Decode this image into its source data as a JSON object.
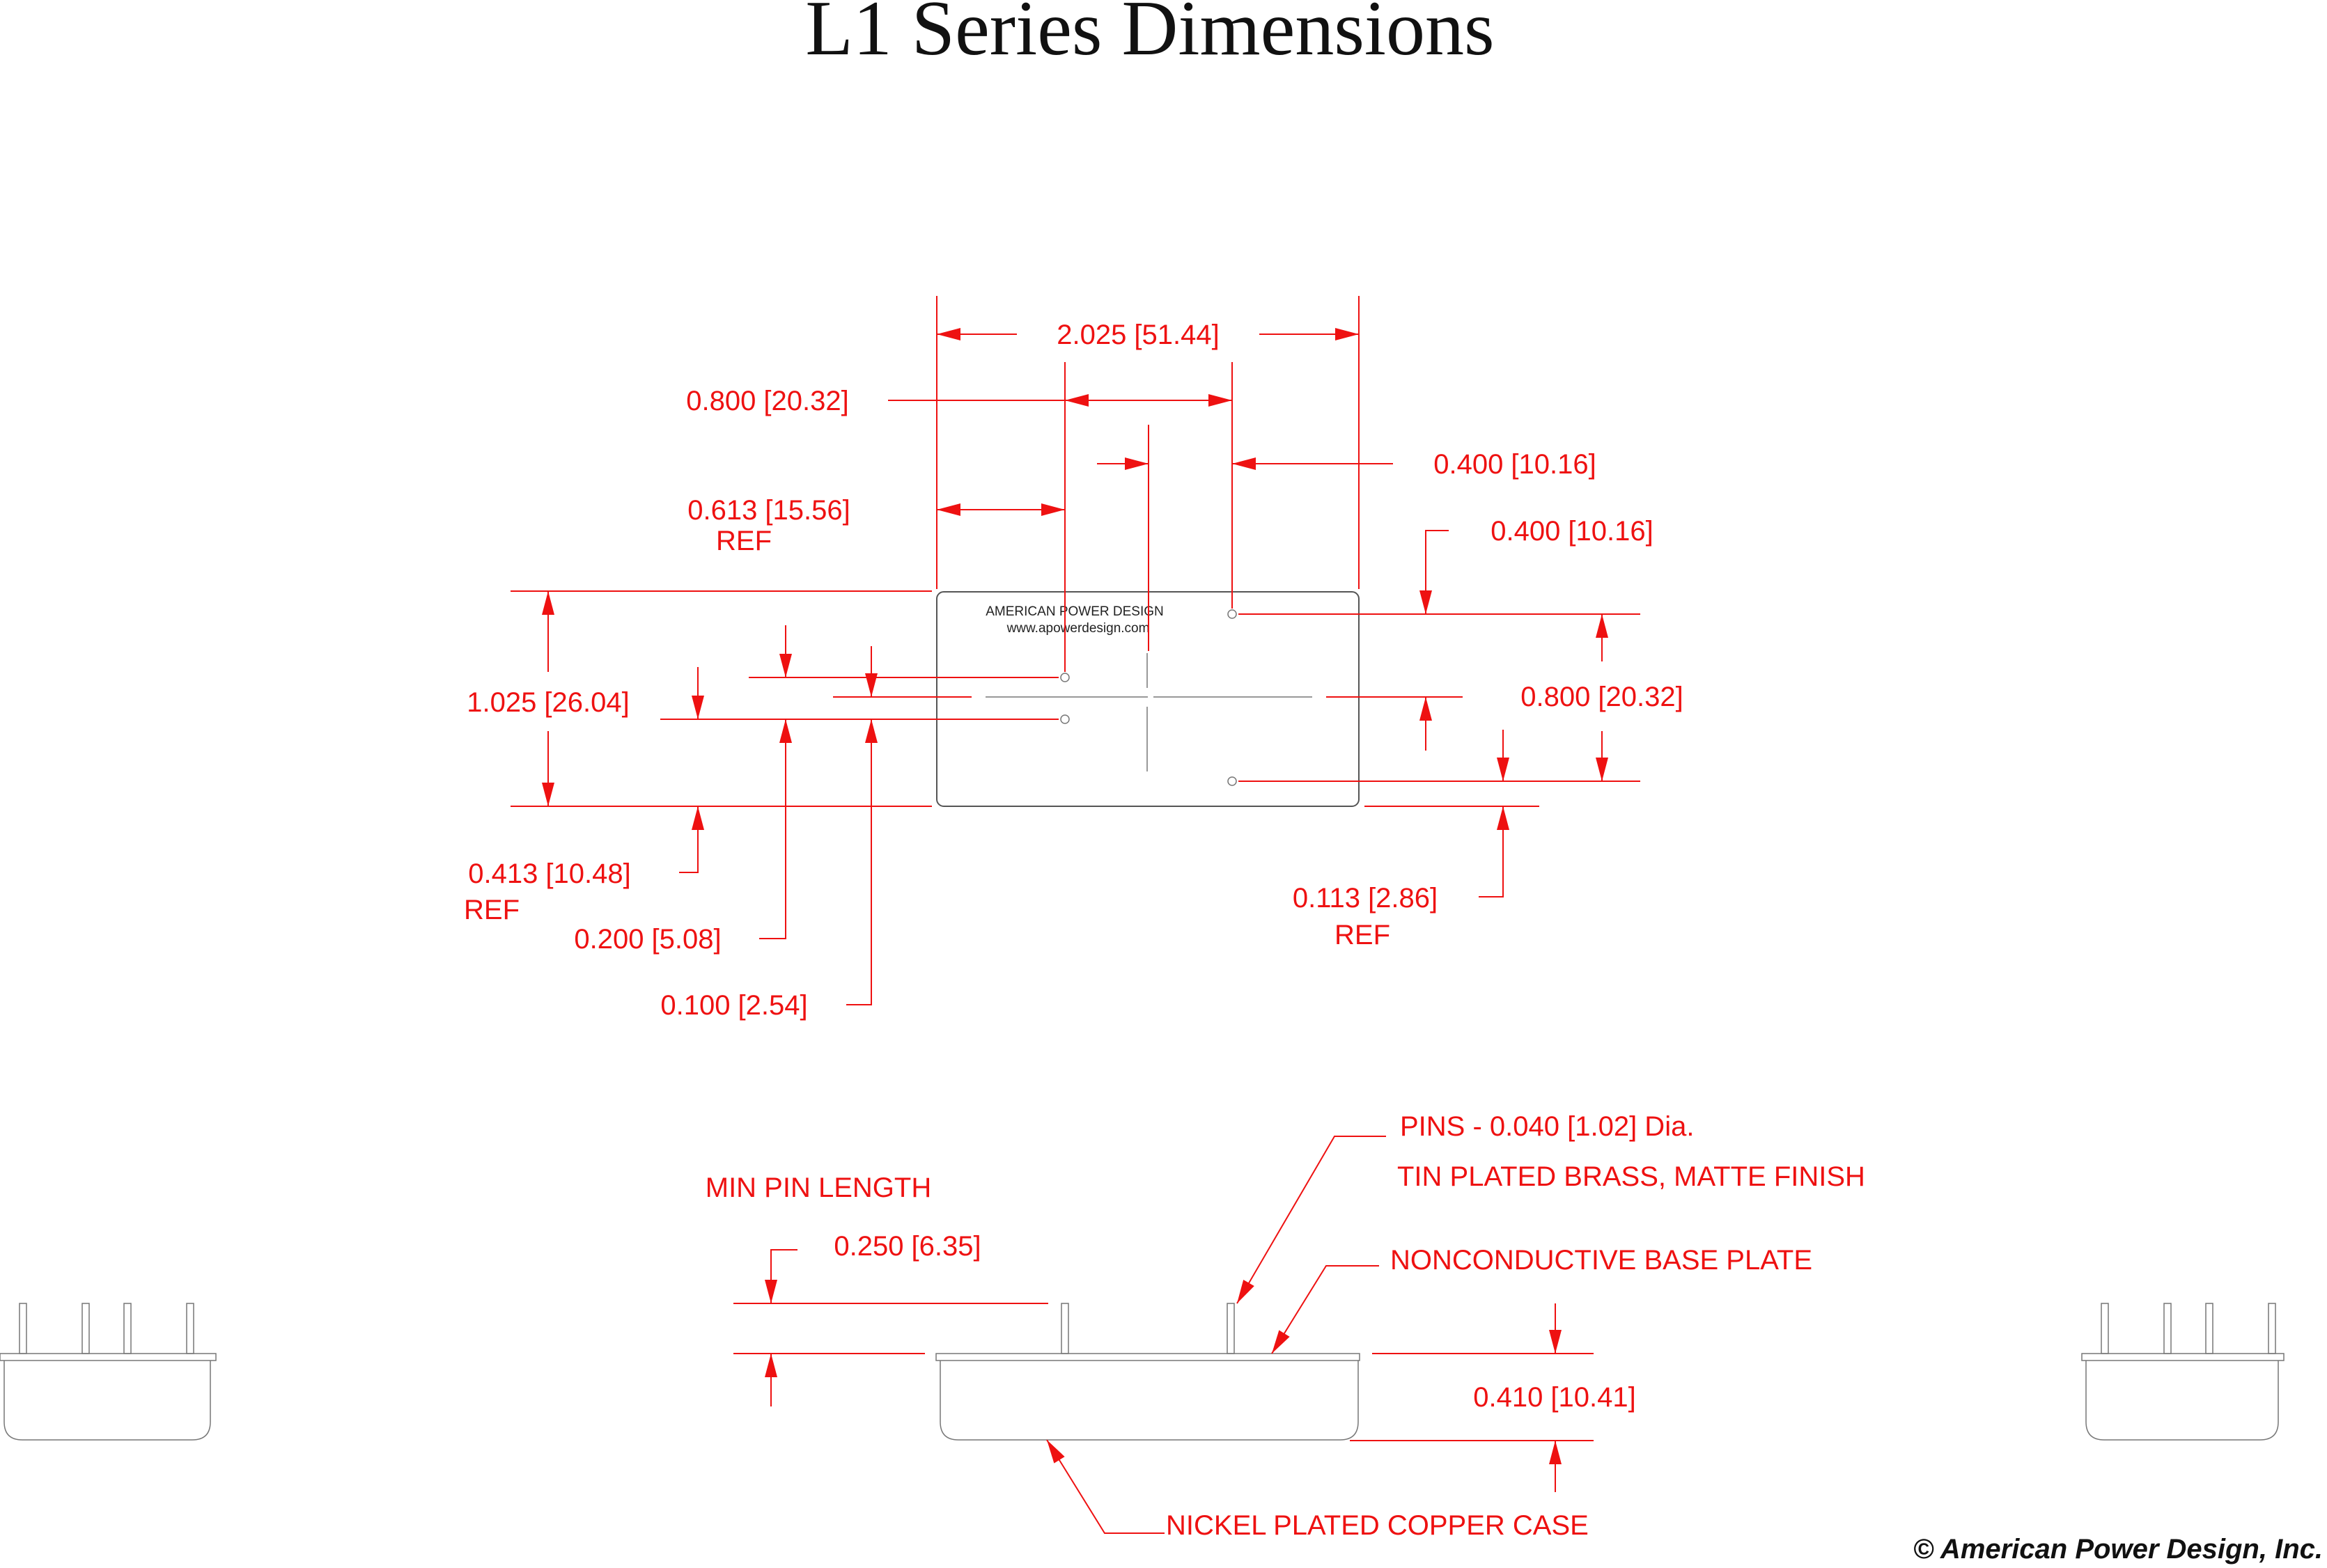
{
  "title": "L1 Series Dimensions",
  "body_text": {
    "brand": "AMERICAN POWER DESIGN",
    "website": "www.apowerdesign.com"
  },
  "top_view": {
    "overall_length": "2.025 [51.44]",
    "pin_spacing_x": "0.800 [20.32]",
    "center_to_pin": "0.400 [10.16]",
    "edge_to_pin_ref": "0.613 [15.56]",
    "ref_a": "REF",
    "pin_offset_y_top": "0.400 [10.16]",
    "pin_spacing_y": "0.800 [20.32]",
    "overall_width": "1.025 [26.04]",
    "edge_to_pin_ref_y": "0.413 [10.48]",
    "ref_b": "REF",
    "pin_pitch_200": "0.200 [5.08]",
    "pin_pitch_100": "0.100 [2.54]",
    "edge_to_pin_right": "0.113 [2.86]",
    "ref_c": "REF"
  },
  "side_view": {
    "pins_note": "PINS -  0.040 [1.02] Dia.",
    "pins_finish": "TIN PLATED BRASS, MATTE FINISH",
    "min_pin_length_label": "MIN PIN LENGTH",
    "min_pin_length": "0.250 [6.35]",
    "base_plate": "NONCONDUCTIVE BASE PLATE",
    "height": "0.410 [10.41]",
    "case": "NICKEL PLATED COPPER CASE"
  },
  "copyright": "© American Power Design, Inc.",
  "colors": {
    "dimension": "#ee1111",
    "outline": "#555555",
    "background": "#ffffff"
  }
}
